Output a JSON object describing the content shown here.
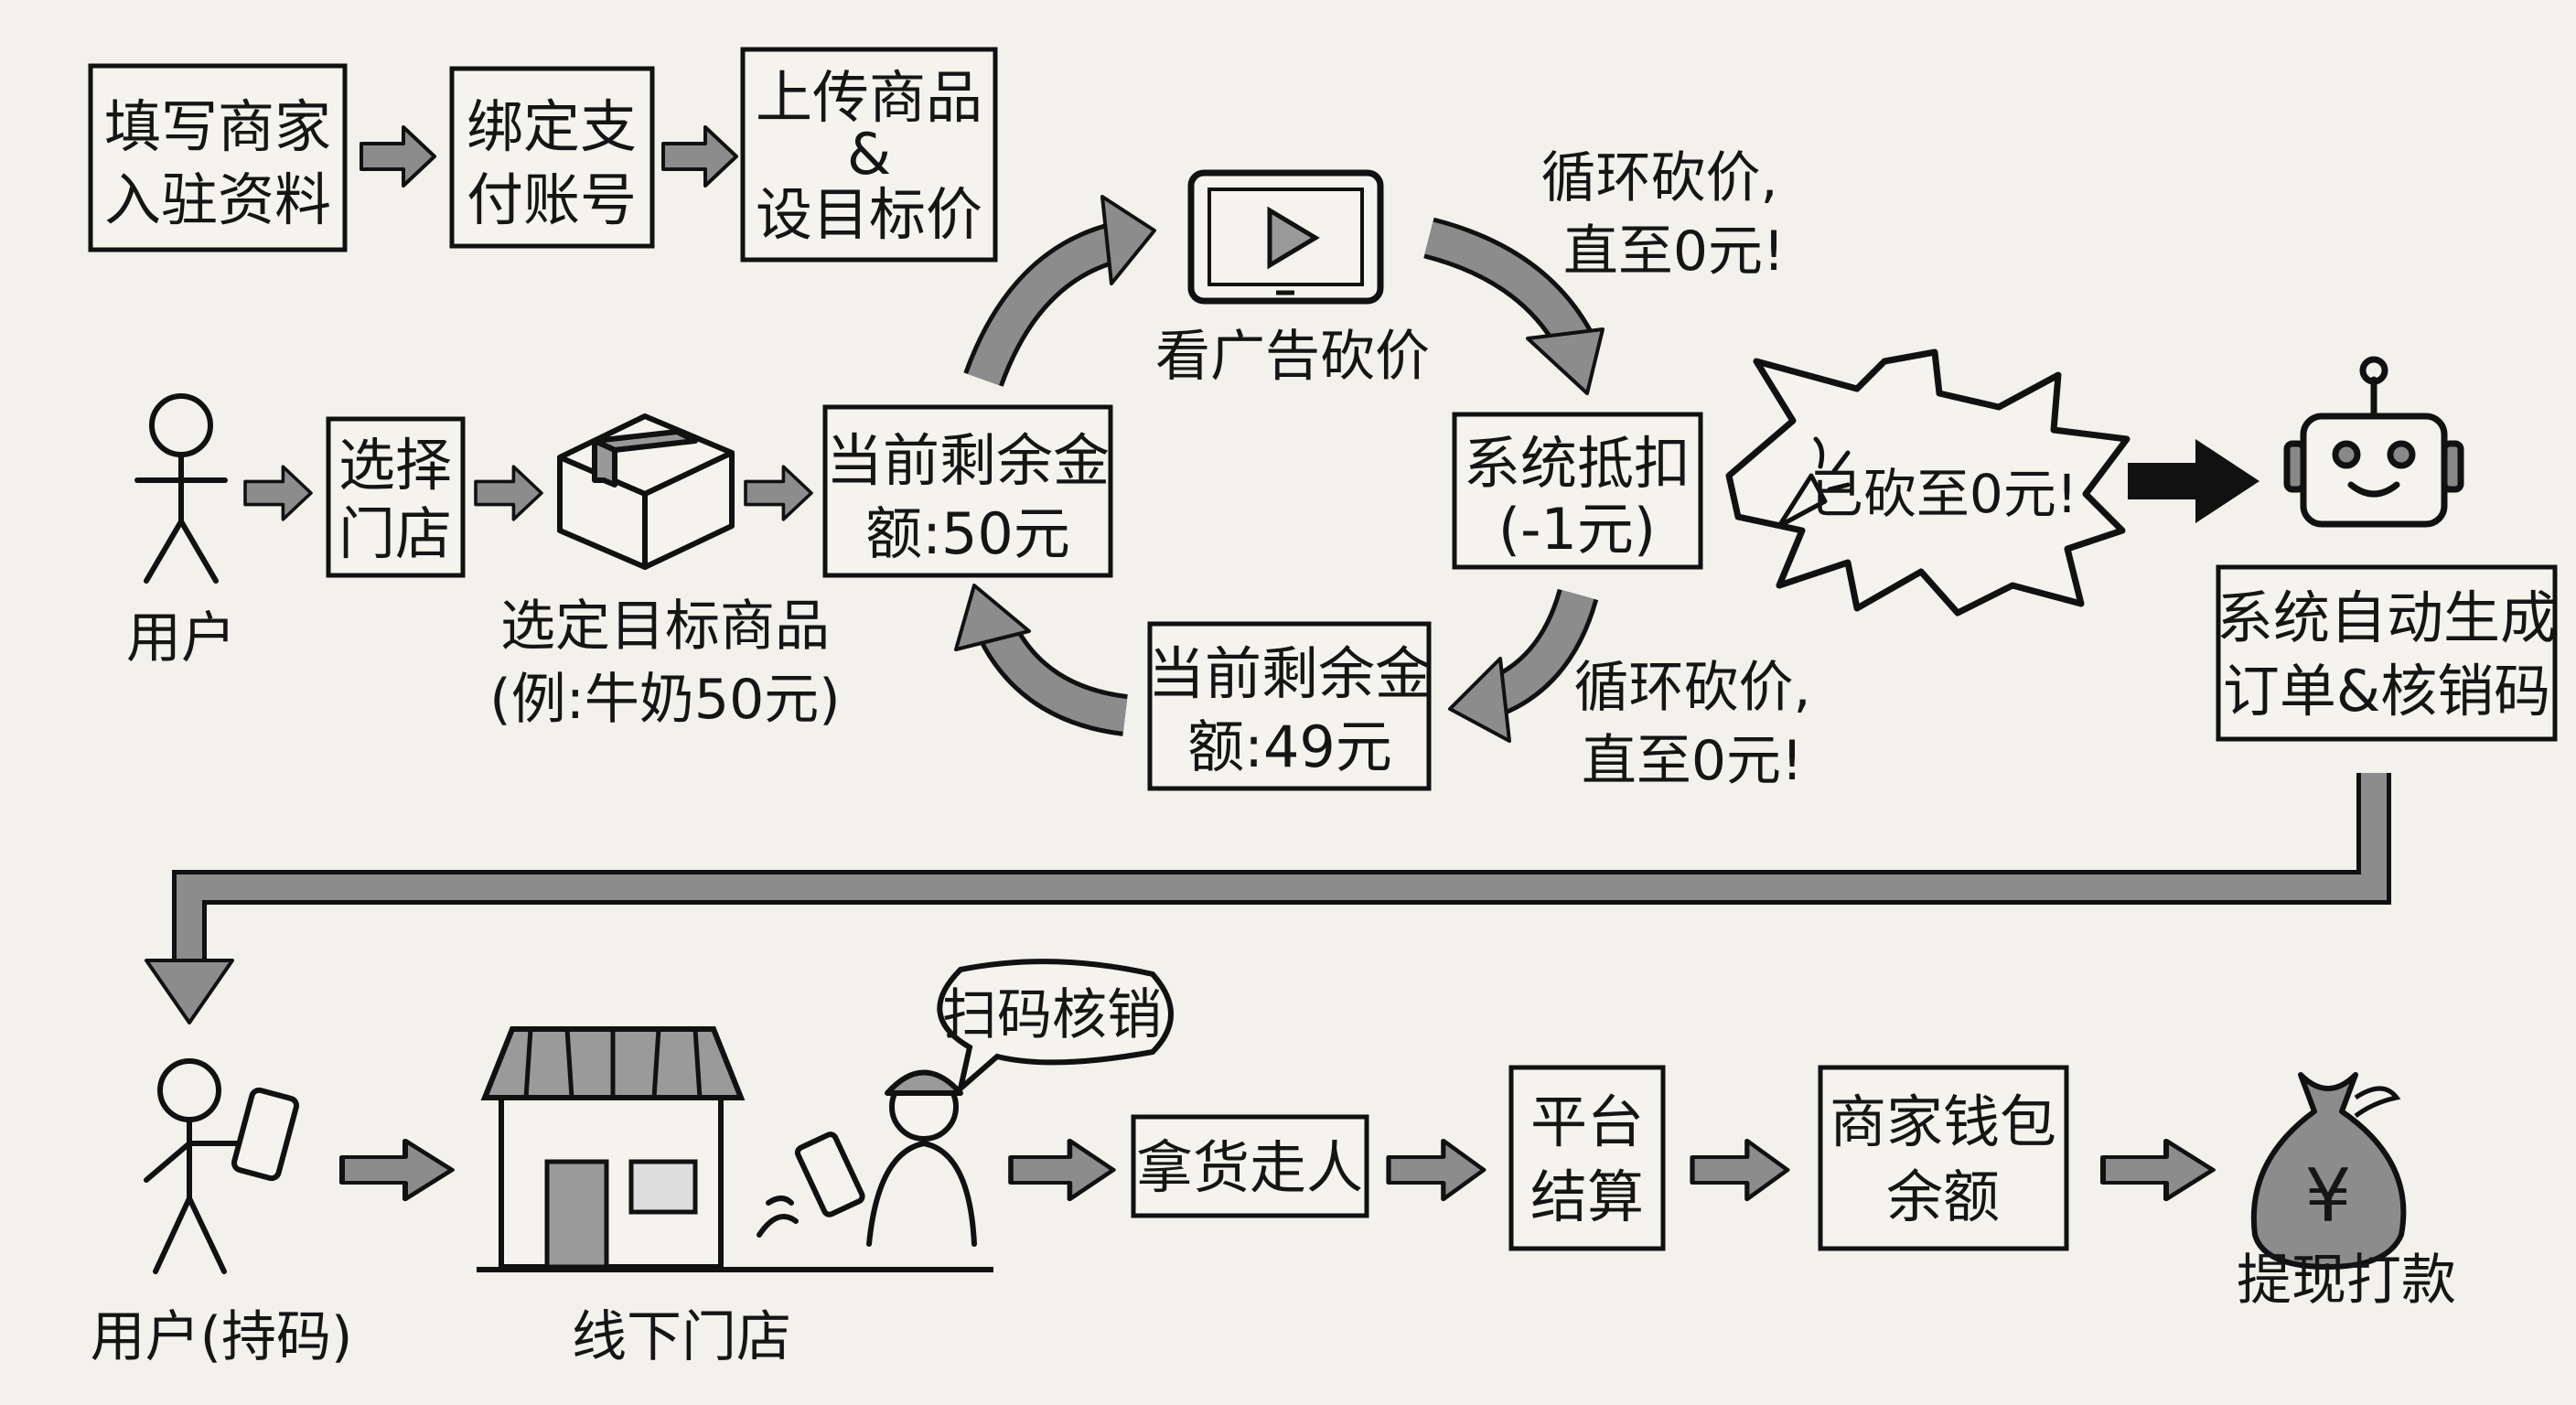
{
  "merchant_steps": [
    {
      "lines": [
        "填写商家",
        "入驻资料"
      ]
    },
    {
      "lines": [
        "绑定支",
        "付账号"
      ]
    },
    {
      "lines": [
        "上传商品",
        "&",
        "设目标价"
      ]
    }
  ],
  "user_flow": {
    "user_label": "用户",
    "select_store": [
      "选择",
      "门店"
    ],
    "product_label": [
      "选定目标商品",
      "(例:牛奶50元)"
    ],
    "balance_50": [
      "当前剩余金",
      "额:50元"
    ],
    "ad_label": "看广告砍价",
    "loop_text_top": [
      "循环砍价,",
      "直至0元!"
    ],
    "deduct": [
      "系统抵扣",
      "(-1元)"
    ],
    "balance_49": [
      "当前剩余金",
      "额:49元"
    ],
    "loop_text_bottom": [
      "循环砍价,",
      "直至0元!"
    ],
    "burst": "已砍至0元!",
    "order": [
      "系统自动生成",
      "订单&核销码"
    ]
  },
  "fulfillment": {
    "user_code": "用户(持码)",
    "store": "线下门店",
    "scan": "扫码核销",
    "pickup": "拿货走人",
    "settle": [
      "平台",
      "结算"
    ],
    "wallet": [
      "商家钱包",
      "余额"
    ],
    "withdraw": "提现打款",
    "yen": "¥"
  },
  "colors": {
    "paper": "#f2f1ec",
    "ink": "#111111",
    "arrow_fill": "#8c8c8c"
  }
}
